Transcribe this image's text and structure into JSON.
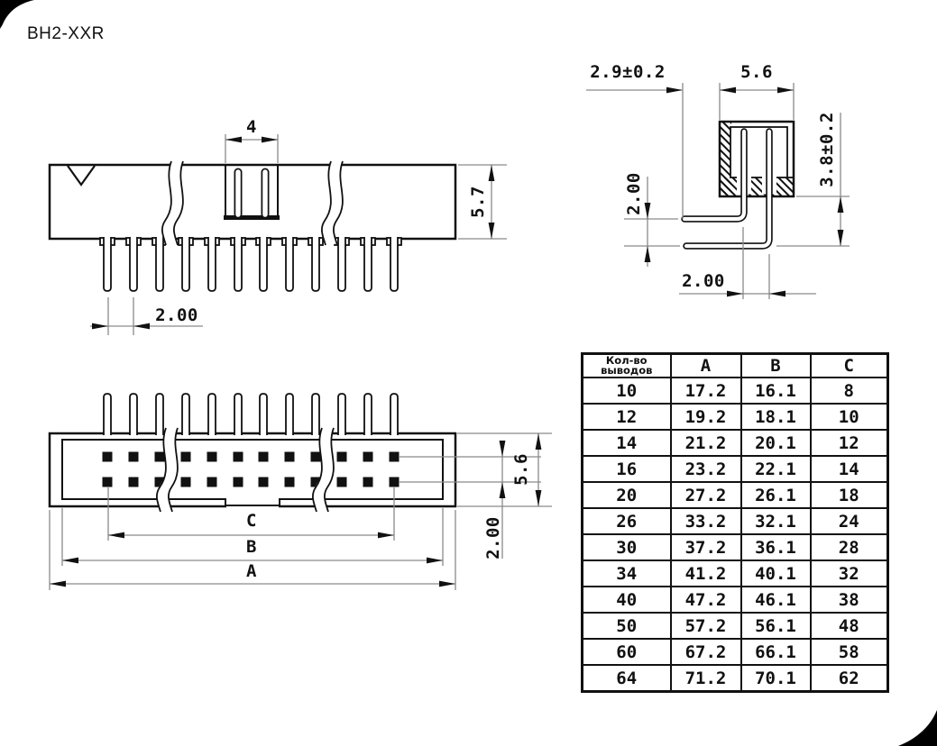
{
  "title": "BH2-XXR",
  "front_view": {
    "slot_width": "4",
    "body_height": "5.7",
    "pin_pitch": "2.00"
  },
  "side_view": {
    "pin_to_body": "2.9±0.2",
    "body_width": "5.6",
    "body_to_pin": "3.8±0.2",
    "row_pitch": "2.00",
    "pin_pitch": "2.00"
  },
  "top_view": {
    "body_width": "5.6",
    "row_pitch": "2.00",
    "dim_c_label": "C",
    "dim_b_label": "B",
    "dim_a_label": "A"
  },
  "table": {
    "header": {
      "pins_line1": "Кол-во",
      "pins_line2": "выводов",
      "a": "A",
      "b": "B",
      "c": "C"
    },
    "rows": [
      {
        "pins": "10",
        "a": "17.2",
        "b": "16.1",
        "c": "8"
      },
      {
        "pins": "12",
        "a": "19.2",
        "b": "18.1",
        "c": "10"
      },
      {
        "pins": "14",
        "a": "21.2",
        "b": "20.1",
        "c": "12"
      },
      {
        "pins": "16",
        "a": "23.2",
        "b": "22.1",
        "c": "14"
      },
      {
        "pins": "20",
        "a": "27.2",
        "b": "26.1",
        "c": "18"
      },
      {
        "pins": "26",
        "a": "33.2",
        "b": "32.1",
        "c": "24"
      },
      {
        "pins": "30",
        "a": "37.2",
        "b": "36.1",
        "c": "28"
      },
      {
        "pins": "34",
        "a": "41.2",
        "b": "40.1",
        "c": "32"
      },
      {
        "pins": "40",
        "a": "47.2",
        "b": "46.1",
        "c": "38"
      },
      {
        "pins": "50",
        "a": "57.2",
        "b": "56.1",
        "c": "48"
      },
      {
        "pins": "60",
        "a": "67.2",
        "b": "66.1",
        "c": "58"
      },
      {
        "pins": "64",
        "a": "71.2",
        "b": "70.1",
        "c": "62"
      }
    ]
  }
}
